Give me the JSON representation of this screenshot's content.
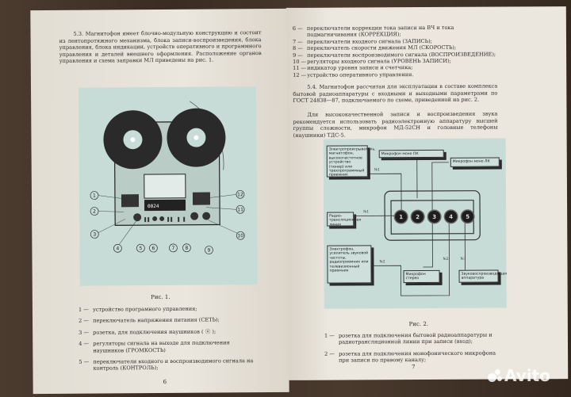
{
  "left_page": {
    "para_5_3": "5.3. Магнитофон имеет блочно-модульную конструкцию и состоит из лентопротяжного механизма, блока записи-воспроизведения, блока управления, блока индикации, устройств оперативного и программного управления и деталей внешнего оформления. Расположение органов управления и схема заправки МЛ приведены на рис. 1.",
    "figure": {
      "display_text": "0024",
      "callouts": [
        "1",
        "2",
        "3",
        "4",
        "5",
        "6",
        "7",
        "8",
        "9",
        "10",
        "11",
        "12"
      ]
    },
    "caption": "Рис. 1.",
    "items": [
      {
        "n": "1 —",
        "text": "устройство програмного управления;"
      },
      {
        "n": "2 —",
        "text": "переключатель напряжения питания (СЕТЬ);"
      },
      {
        "n": "3 —",
        "text": "розетка, для подключения наушников ( ⓞ );"
      },
      {
        "n": "4 —",
        "text": "регуляторы сигнала на выходе для подключения наушников (ГРОМКОСТЬ)"
      },
      {
        "n": "5 —",
        "text": "переключатели входного и воспроизводимого сигнала на контроль (КОНТРОЛЬ);"
      }
    ],
    "page_number": "6"
  },
  "right_page": {
    "items_top": [
      {
        "n": "6 —",
        "text": "переключатели коррекции тока записи на ВЧ и тока подмагничивания (КОРРЕКЦИЯ);"
      },
      {
        "n": "7 —",
        "text": "переключатели входного сигнала (ЗАПИСЬ);"
      },
      {
        "n": "8 —",
        "text": "переключатель скорости движения МЛ (СКОРОСТЬ);"
      },
      {
        "n": "9 —",
        "text": "переключатели воспроизводимого сигнала (ВОСПРОИЗВЕДЕНИЕ);"
      },
      {
        "n": "10 —",
        "text": "регуляторы входного сигнала (УРОВЕНЬ ЗАПИСИ);"
      },
      {
        "n": "11 —",
        "text": "индикатор уровня записи и счетчика;"
      },
      {
        "n": "12 —",
        "text": "устройство оперативного управления."
      }
    ],
    "para_5_4": "5.4. Магнитофон рассчитан для эксплуатации в составе комплекса бытовой радиоаппаратуры с входными и выходными параметрами по ГОСТ 24838—87, подключаемого по схеме, приведенной на рис. 2.",
    "para_quality": "Для высококачественной записи и воспроизведения звука рекомендуется использовать радиоэлектронную аппаратуру высшей группы сложности, микрофон МД-52СН и головные телефоны (наушники) ТДС-5.",
    "figure": {
      "boxes": {
        "player": "Электропроигрыватель, магнитофон, высокочастотное устройство (тюнер) или трехпрограммный приемник",
        "mic_right": "Микрофон моно   ПК",
        "mic_left": "Микрофон моно   ЛК",
        "radio_line": "Радио-трансляционная линия",
        "amplifier": "Электрофон, усилитель звуковой частоты, радиоприемник или телевизионный приемник",
        "mic_stereo": "Микрофон стерео",
        "playback": "Звуковоспроизводящая аппаратура"
      },
      "sockets": [
        "1",
        "2",
        "3",
        "4",
        "5"
      ],
      "wire_labels": [
        "№1",
        "№1",
        "№2",
        "№2",
        "№1"
      ]
    },
    "caption": "Рис. 2.",
    "items": [
      {
        "n": "1 —",
        "text": "розетка для подключения бытовой радиоаппаратуры и радиотрансляционной линии при записи (вход);"
      },
      {
        "n": "2 —",
        "text": "розетка для подключения монофонического микрофона при записи по правому каналу;"
      }
    ],
    "page_number": "7"
  },
  "watermark": "Avito"
}
